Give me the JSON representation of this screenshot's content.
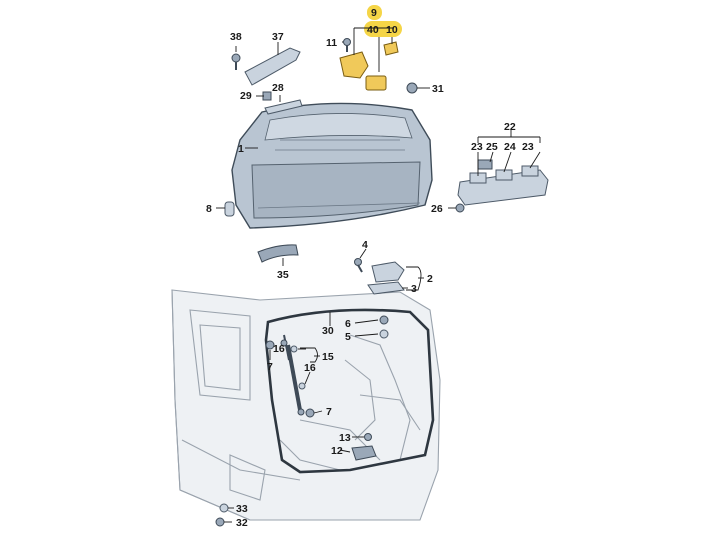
{
  "callouts": {
    "c1": "1",
    "c2": "2",
    "c3": "3",
    "c4": "4",
    "c5": "5",
    "c6": "6",
    "c7a": "7",
    "c7b": "7",
    "c8": "8",
    "c9": "9",
    "c10": "10",
    "c11": "11",
    "c12": "12",
    "c13": "13",
    "c15": "15",
    "c16a": "16",
    "c16b": "16",
    "c22": "22",
    "c23a": "23",
    "c23b": "23",
    "c24": "24",
    "c25": "25",
    "c26": "26",
    "c28": "28",
    "c29": "29",
    "c30": "30",
    "c31": "31",
    "c32": "32",
    "c33": "33",
    "c35": "35",
    "c37": "37",
    "c38": "38",
    "c40": "40"
  },
  "colors": {
    "highlight": "#f5d547",
    "panel": "#b9c5d2",
    "line": "#1a1a1a"
  }
}
